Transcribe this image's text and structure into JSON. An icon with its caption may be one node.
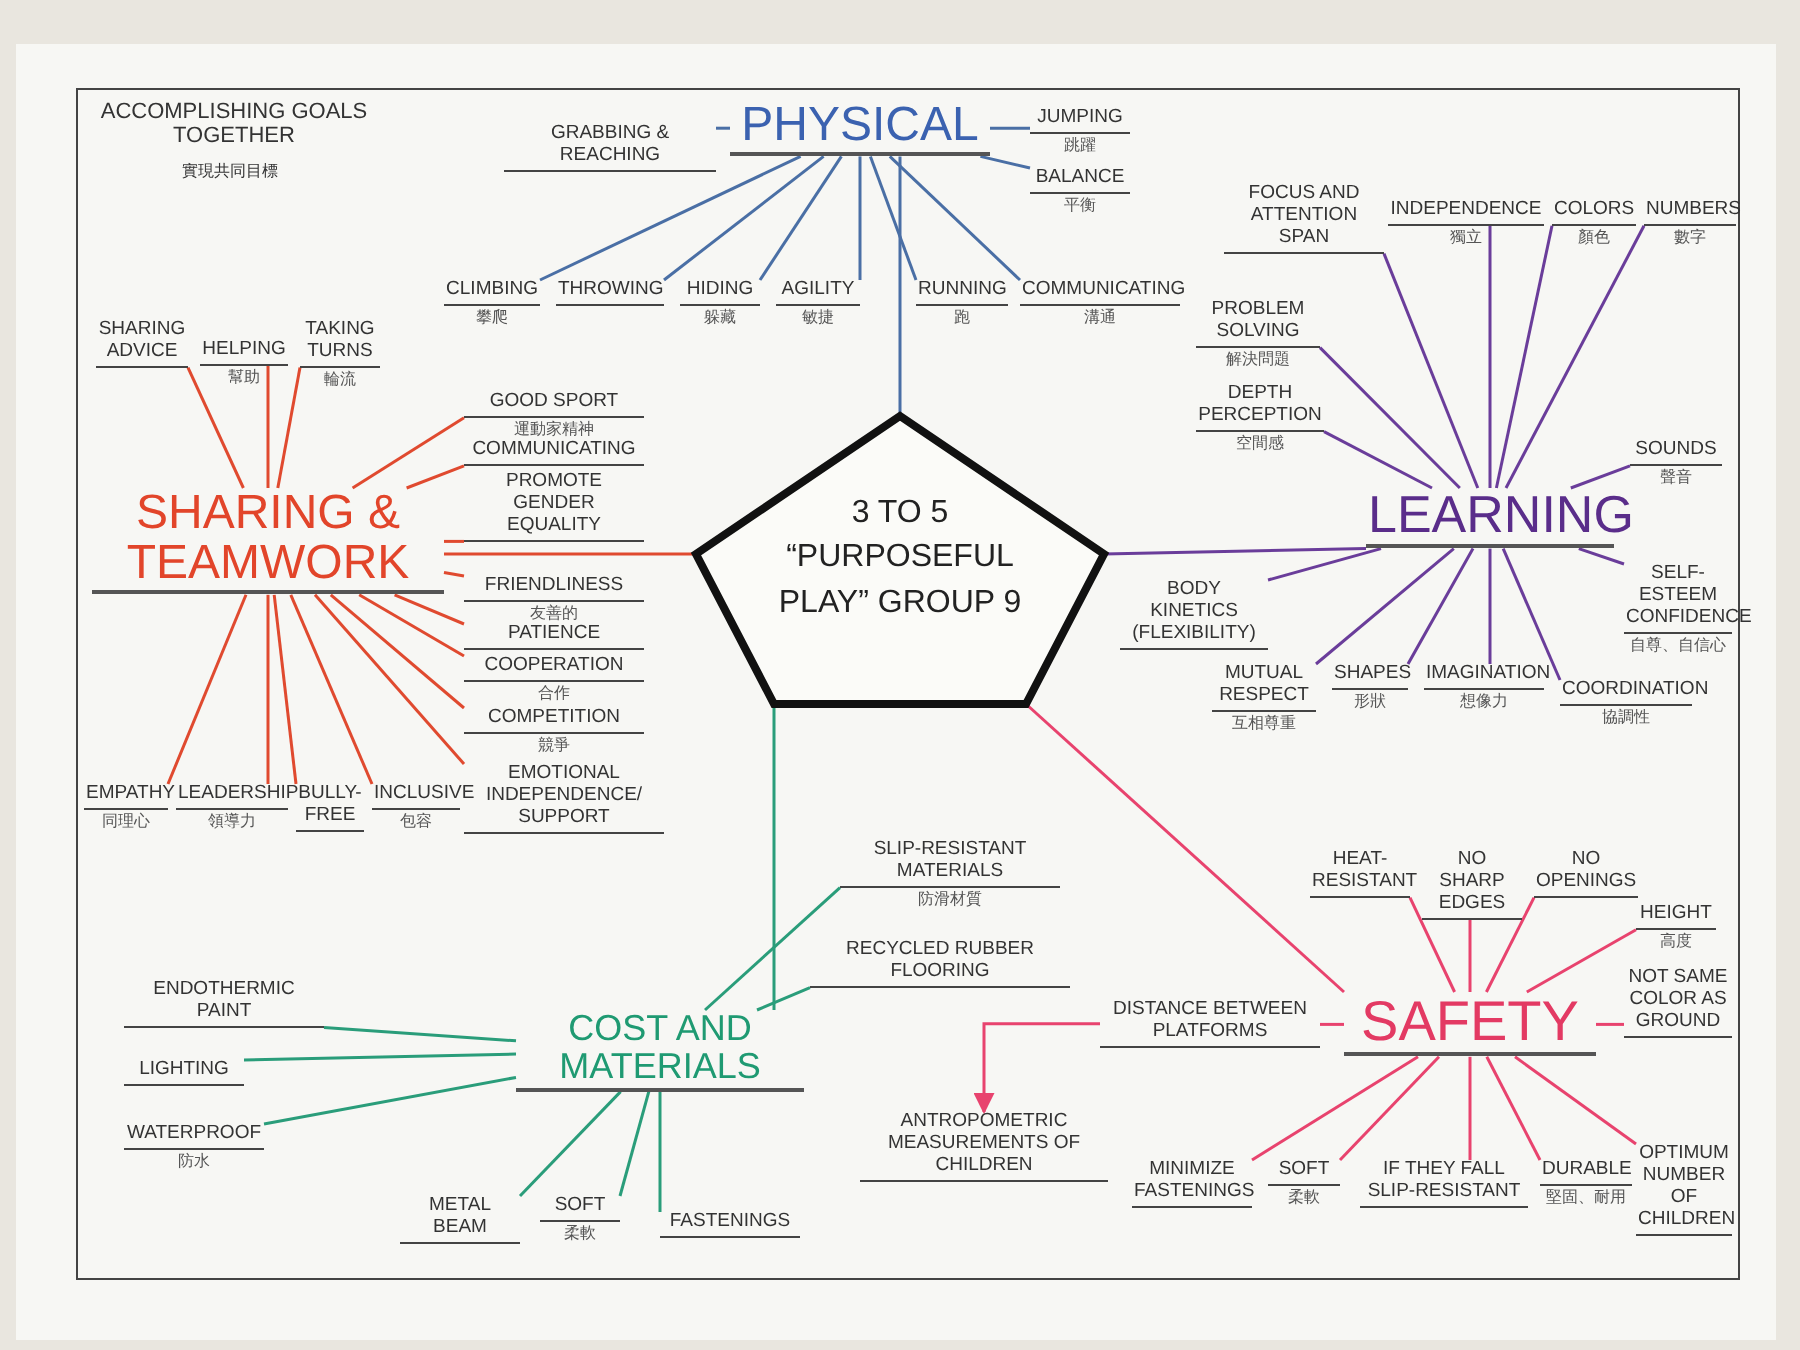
{
  "diagram": {
    "nodes": [
      {
        "text": [
          "3 TO 5 “PURPOSEFUL PLAY” GROUP 9"
        ]
      },
      {
        "text": [
          "PHYSICAL"
        ]
      },
      {
        "text": [
          "LEARNING"
        ]
      },
      {
        "text": [
          "SHARING & TEAMWORK"
        ]
      },
      {
        "text": [
          "SAFETY"
        ]
      },
      {
        "text": [
          "COST AND MATERIALS"
        ]
      },
      {
        "text": [
          "GRABBING & REACHING"
        ]
      },
      {
        "text": [
          "CLIMBING"
        ],
        "beside": [
          "攀爬"
        ]
      },
      {
        "text": [
          "HIDING"
        ],
        "beside": [
          "躲藏"
        ]
      },
      {
        "text": [
          "THROWING"
        ]
      },
      {
        "text": [
          "AGILITY"
        ],
        "beside": [
          "敏捷"
        ]
      },
      {
        "text": [
          "RUNNING"
        ],
        "beside": [
          "跑"
        ]
      },
      {
        "text": [
          "COMMUNICATING"
        ],
        "beside": [
          "溝通"
        ]
      },
      {
        "text": [
          "JUMPING"
        ],
        "beside": [
          "跳躍"
        ]
      },
      {
        "text": [
          "BALANCE"
        ],
        "beside": [
          "平衡"
        ]
      },
      {
        "text": [
          "FOCUS AND ATTENTION SPAN"
        ]
      },
      {
        "text": [
          "PROBLEM SOLVING"
        ],
        "beside": [
          "解決問題"
        ]
      },
      {
        "text": [
          "INDEPENDENCE"
        ],
        "beside": [
          "獨立"
        ]
      },
      {
        "text": [
          "COLORS"
        ],
        "beside": [
          "顏色"
        ]
      },
      {
        "text": [
          "NUMBERS"
        ],
        "beside": [
          "數字"
        ]
      },
      {
        "text": [
          "DEPTH PERCEPTION"
        ],
        "beside": [
          "空間感"
        ]
      },
      {
        "text": [
          "MUTUAL RESPECT"
        ],
        "beside": [
          "互相尊重"
        ]
      },
      {
        "text": [
          "SHAPES"
        ],
        "beside": [
          "形狀"
        ]
      },
      {
        "text": [
          "BODY KINETICS (FLEXIBILITY)"
        ]
      },
      {
        "text": [
          "IMAGINATION"
        ],
        "beside": [
          "想像力"
        ]
      },
      {
        "text": [
          "COORDINATION"
        ],
        "beside": [
          "協調性"
        ]
      },
      {
        "text": [
          "SELF-ESTEEM CONFIDENCE"
        ],
        "beside": [
          "自尊、自信心"
        ]
      },
      {
        "text": [
          "SOUNDS"
        ],
        "beside": [
          "聲音"
        ]
      },
      {
        "text": [
          "SHARING ADVICE"
        ]
      },
      {
        "text": [
          "COMMUNICATING"
        ]
      },
      {
        "text": [
          "HELPING"
        ],
        "beside": [
          "幫助"
        ]
      },
      {
        "text": [
          "TAKING TURNS"
        ],
        "beside": [
          "輪流"
        ]
      },
      {
        "text": [
          "GOOD SPORT"
        ],
        "beside": [
          "運動家精神"
        ]
      },
      {
        "text": [
          "PROMOTE GENDER EQUALITY"
        ]
      },
      {
        "text": [
          "FRIENDLINESS"
        ],
        "beside": [
          "友善的"
        ]
      },
      {
        "text": [
          "PATIENCE"
        ]
      },
      {
        "text": [
          "COOPERATION"
        ],
        "beside": [
          "合作"
        ]
      },
      {
        "text": [
          "COMPETITION"
        ],
        "beside": [
          "競爭"
        ]
      },
      {
        "text": [
          "INCLUSIVE"
        ],
        "beside": [
          "包容"
        ]
      },
      {
        "text": [
          "BULLY-FREE"
        ]
      },
      {
        "text": [
          "EMPATHY"
        ],
        "beside": [
          "同理心"
        ]
      },
      {
        "text": [
          "LEADERSHIP"
        ],
        "beside": [
          "領導力"
        ]
      },
      {
        "text": [
          "EMOTIONAL INDEPENDENCE/ SUPPORT"
        ]
      },
      {
        "text": [
          "NO SHARP EDGES"
        ]
      },
      {
        "text": [
          "HEAT-RESISTANT"
        ]
      },
      {
        "text": [
          "NO OPENINGS"
        ]
      },
      {
        "text": [
          "HEIGHT"
        ],
        "beside": [
          "高度"
        ]
      },
      {
        "text": [
          "NOT SAME COLOR AS GROUND"
        ]
      },
      {
        "text": [
          "DISTANCE BETWEEN PLATFORMS"
        ]
      },
      {
        "text": [
          "ANTROPOMETRIC MEASUREMENTS OF CHILDREN"
        ]
      },
      {
        "text": [
          "MINIMIZE FASTENINGS"
        ]
      },
      {
        "text": [
          "SOFT"
        ],
        "beside": [
          "柔軟"
        ]
      },
      {
        "text": [
          "IF THEY FALL SLIP-RESISTANT"
        ]
      },
      {
        "text": [
          "DURABLE"
        ],
        "beside": [
          "堅固、耐用"
        ]
      },
      {
        "text": [
          "OPTIMUM NUMBER OF CHILDREN"
        ]
      },
      {
        "text": [
          "SLIP-RESISTANT MATERIALS"
        ],
        "beside": [
          "防滑材質"
        ]
      },
      {
        "text": [
          "RECYCLED RUBBER FLOORING"
        ]
      },
      {
        "text": [
          "FASTENINGS"
        ]
      },
      {
        "text": [
          "ENDOTHERMIC PAINT"
        ]
      },
      {
        "text": [
          "LIGHTING"
        ]
      },
      {
        "text": [
          "WATERPROOF"
        ],
        "beside": [
          "防水"
        ]
      },
      {
        "text": [
          "METAL BEAM"
        ]
      },
      {
        "text": [
          "SOFT"
        ],
        "beside": [
          "柔軟"
        ]
      }
    ],
    "edges": [
      {
        "from": 0,
        "to": 1,
        "arrow": "none",
        "color": "#4a6fa5"
      },
      {
        "from": 0,
        "to": 2,
        "arrow": "none",
        "color": "#6a3d9a"
      },
      {
        "from": 0,
        "to": 3,
        "arrow": "none",
        "color": "#e04a2f"
      },
      {
        "from": 0,
        "to": 4,
        "arrow": "none",
        "color": "#e8436e"
      },
      {
        "from": 0,
        "to": 5,
        "arrow": "none",
        "color": "#2a9d7a"
      },
      {
        "from": 1,
        "to": 6,
        "arrow": "none",
        "color": "#4a6fa5"
      },
      {
        "from": 1,
        "to": 7,
        "arrow": "none",
        "color": "#4a6fa5"
      },
      {
        "from": 1,
        "to": 8,
        "arrow": "none",
        "color": "#4a6fa5"
      },
      {
        "from": 1,
        "to": 9,
        "arrow": "none",
        "color": "#4a6fa5"
      },
      {
        "from": 1,
        "to": 10,
        "arrow": "none",
        "color": "#4a6fa5"
      },
      {
        "from": 1,
        "to": 11,
        "arrow": "none",
        "color": "#4a6fa5"
      },
      {
        "from": 1,
        "to": 12,
        "arrow": "none",
        "color": "#4a6fa5"
      },
      {
        "from": 1,
        "to": 13,
        "arrow": "none",
        "color": "#4a6fa5"
      },
      {
        "from": 1,
        "to": 14,
        "arrow": "none",
        "color": "#4a6fa5"
      },
      {
        "from": 2,
        "to": 15,
        "arrow": "none",
        "color": "#6a3d9a"
      },
      {
        "from": 2,
        "to": 16,
        "arrow": "none",
        "color": "#6a3d9a"
      },
      {
        "from": 2,
        "to": 17,
        "arrow": "none",
        "color": "#6a3d9a"
      },
      {
        "from": 2,
        "to": 18,
        "arrow": "none",
        "color": "#6a3d9a"
      },
      {
        "from": 2,
        "to": 19,
        "arrow": "none",
        "color": "#6a3d9a"
      },
      {
        "from": 2,
        "to": 20,
        "arrow": "none",
        "color": "#6a3d9a"
      },
      {
        "from": 2,
        "to": 21,
        "arrow": "none",
        "color": "#6a3d9a"
      },
      {
        "from": 2,
        "to": 22,
        "arrow": "none",
        "color": "#6a3d9a"
      },
      {
        "from": 2,
        "to": 23,
        "arrow": "none",
        "color": "#6a3d9a"
      },
      {
        "from": 2,
        "to": 24,
        "arrow": "none",
        "color": "#6a3d9a"
      },
      {
        "from": 2,
        "to": 25,
        "arrow": "none",
        "color": "#6a3d9a"
      },
      {
        "from": 2,
        "to": 26,
        "arrow": "none",
        "color": "#6a3d9a"
      },
      {
        "from": 2,
        "to": 27,
        "arrow": "none",
        "color": "#6a3d9a"
      },
      {
        "from": 3,
        "to": 28,
        "arrow": "none",
        "color": "#e04a2f"
      },
      {
        "from": 3,
        "to": 29,
        "arrow": "none",
        "color": "#e04a2f"
      },
      {
        "from": 3,
        "to": 30,
        "arrow": "none",
        "color": "#e04a2f"
      },
      {
        "from": 3,
        "to": 31,
        "arrow": "none",
        "color": "#e04a2f"
      },
      {
        "from": 3,
        "to": 32,
        "arrow": "none",
        "color": "#e04a2f"
      },
      {
        "from": 3,
        "to": 33,
        "arrow": "none",
        "color": "#e04a2f"
      },
      {
        "from": 3,
        "to": 34,
        "arrow": "none",
        "color": "#e04a2f"
      },
      {
        "from": 3,
        "to": 35,
        "arrow": "none",
        "color": "#e04a2f"
      },
      {
        "from": 3,
        "to": 36,
        "arrow": "none",
        "color": "#e04a2f"
      },
      {
        "from": 3,
        "to": 37,
        "arrow": "none",
        "color": "#e04a2f"
      },
      {
        "from": 3,
        "to": 38,
        "arrow": "none",
        "color": "#e04a2f"
      },
      {
        "from": 3,
        "to": 39,
        "arrow": "none",
        "color": "#e04a2f"
      },
      {
        "from": 3,
        "to": 40,
        "arrow": "none",
        "color": "#e04a2f"
      },
      {
        "from": 3,
        "to": 41,
        "arrow": "none",
        "color": "#e04a2f"
      },
      {
        "from": 3,
        "to": 42,
        "arrow": "none",
        "color": "#e04a2f"
      },
      {
        "from": 4,
        "to": 43,
        "arrow": "none",
        "color": "#e8436e"
      },
      {
        "from": 4,
        "to": 44,
        "arrow": "none",
        "color": "#e8436e"
      },
      {
        "from": 4,
        "to": 45,
        "arrow": "none",
        "color": "#e8436e"
      },
      {
        "from": 4,
        "to": 46,
        "arrow": "none",
        "color": "#e8436e"
      },
      {
        "from": 4,
        "to": 47,
        "arrow": "none",
        "color": "#e8436e"
      },
      {
        "from": 4,
        "to": 48,
        "arrow": "none",
        "color": "#e8436e"
      },
      {
        "from": 48,
        "to": 49,
        "arrow": "to",
        "color": "#e8436e"
      },
      {
        "from": 4,
        "to": 50,
        "arrow": "none",
        "color": "#e8436e"
      },
      {
        "from": 4,
        "to": 51,
        "arrow": "none",
        "color": "#e8436e"
      },
      {
        "from": 4,
        "to": 52,
        "arrow": "none",
        "color": "#e8436e"
      },
      {
        "from": 4,
        "to": 53,
        "arrow": "none",
        "color": "#e8436e"
      },
      {
        "from": 4,
        "to": 54,
        "arrow": "none",
        "color": "#e8436e"
      },
      {
        "from": 5,
        "to": 55,
        "arrow": "none",
        "color": "#2a9d7a"
      },
      {
        "from": 5,
        "to": 56,
        "arrow": "none",
        "color": "#2a9d7a"
      },
      {
        "from": 5,
        "to": 57,
        "arrow": "none",
        "color": "#2a9d7a"
      },
      {
        "from": 5,
        "to": 58,
        "arrow": "none",
        "color": "#2a9d7a"
      },
      {
        "from": 5,
        "to": 59,
        "arrow": "none",
        "color": "#2a9d7a"
      },
      {
        "from": 5,
        "to": 60,
        "arrow": "none",
        "color": "#2a9d7a"
      },
      {
        "from": 5,
        "to": 61,
        "arrow": "none",
        "color": "#2a9d7a"
      },
      {
        "from": 5,
        "to": 62,
        "arrow": "none",
        "color": "#2a9d7a"
      }
    ],
    "labels": [
      "ACCOMPLISHING GOALS TOGETHER",
      "實現共同目標"
    ]
  }
}
